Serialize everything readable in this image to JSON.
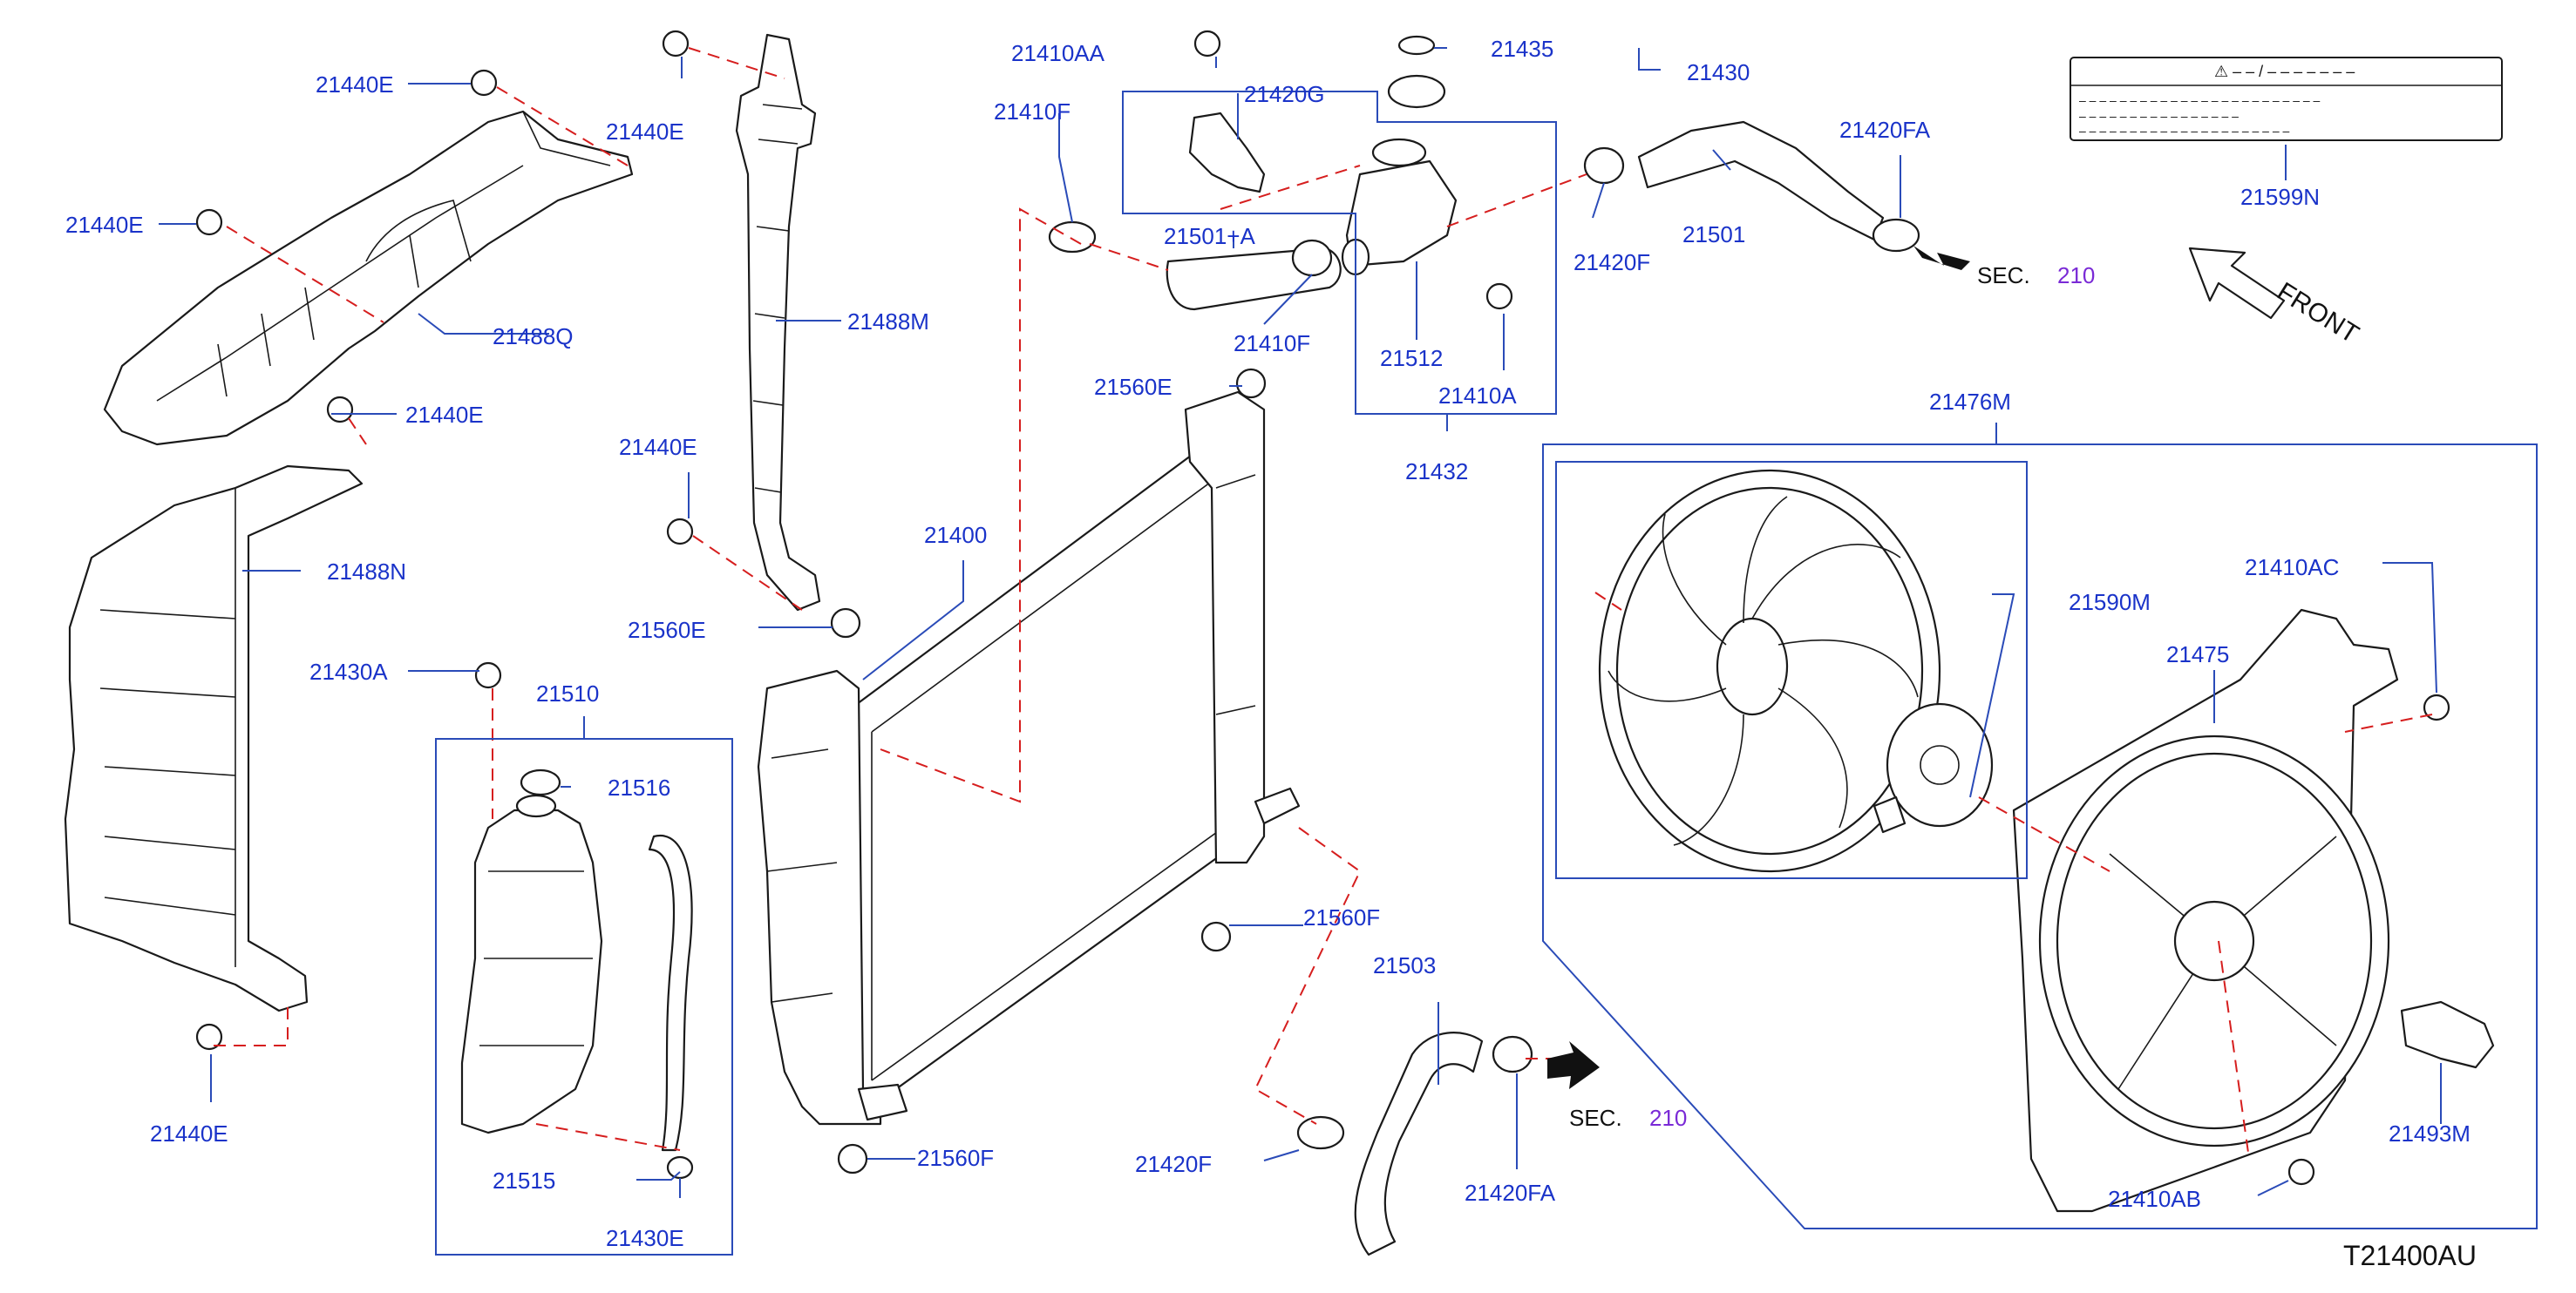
{
  "diagram_code": "T21400AU",
  "front_label": "FRONT",
  "section_refs": [
    {
      "prefix": "SEC.",
      "number": "210"
    },
    {
      "prefix": "SEC.",
      "number": "210"
    }
  ],
  "label_plate": {
    "heading": "⚠ – – / – – – – – – –",
    "line1": "– – – – – – – – – – – – – – – – – – – – – – – –",
    "line2": "– – – – – – – – – – – – – – – –",
    "line3": "– – – – – – – – – – – – – – – – – – – – –"
  },
  "labels": [
    "21440E",
    "21440E",
    "21440E",
    "21440E",
    "21440E",
    "21440E",
    "21488Q",
    "21488M",
    "21488N",
    "21430A",
    "21510",
    "21516",
    "21515",
    "21430E",
    "21400",
    "21560E",
    "21560E",
    "21560F",
    "21560F",
    "21410AA",
    "21420G",
    "21410F",
    "21501+A",
    "21410F",
    "21435",
    "21430",
    "21512",
    "21410A",
    "21432",
    "21420F",
    "21501",
    "21420FA",
    "21599N",
    "21503",
    "21420F",
    "21420FA",
    "21476M",
    "21590M",
    "21410AC",
    "21475",
    "21493M",
    "21410AB"
  ],
  "colors": {
    "label_blue": "#1a33c9",
    "leader_blue": "#2a4bb8",
    "dashed_red": "#d61e1e",
    "section_purple": "#7a2ad6"
  }
}
